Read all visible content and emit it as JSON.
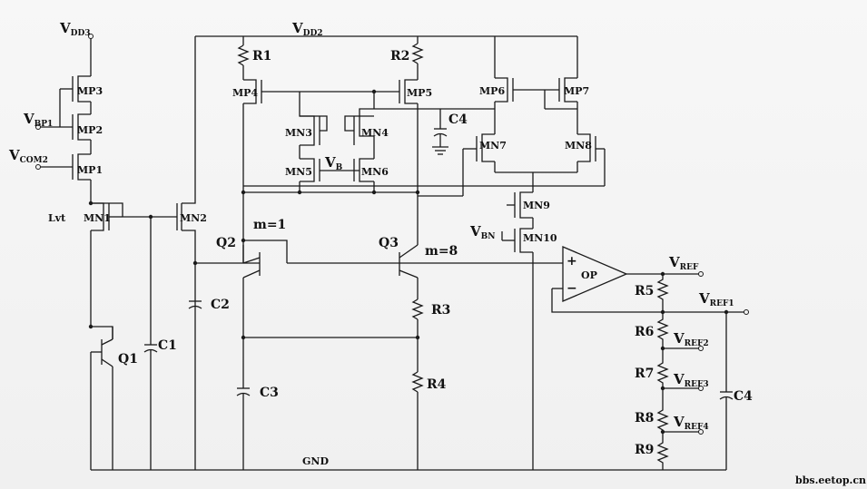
{
  "rails": {
    "vdd3": {
      "main": "V",
      "sub": "DD3"
    },
    "vdd2": {
      "main": "V",
      "sub": "DD2"
    },
    "gnd": "GND"
  },
  "inputs": {
    "vbp1": {
      "main": "V",
      "sub": "BP1"
    },
    "vcom2": {
      "main": "V",
      "sub": "COM2"
    },
    "vb": {
      "main": "V",
      "sub": "B"
    },
    "vbn": {
      "main": "V",
      "sub": "BN"
    }
  },
  "outputs": {
    "vref": {
      "main": "V",
      "sub": "REF"
    },
    "vref1": {
      "main": "V",
      "sub": "REF1"
    },
    "vref2": {
      "main": "V",
      "sub": "REF2"
    },
    "vref3": {
      "main": "V",
      "sub": "REF3"
    },
    "vref4": {
      "main": "V",
      "sub": "REF4"
    }
  },
  "transistors": {
    "mp1": "MP1",
    "mp2": "MP2",
    "mp3": "MP3",
    "mp4": "MP4",
    "mp5": "MP5",
    "mp6": "MP6",
    "mp7": "MP7",
    "mn1": "MN1",
    "mn2": "MN2",
    "mn3": "MN3",
    "mn4": "MN4",
    "mn5": "MN5",
    "mn6": "MN6",
    "mn7": "MN7",
    "mn8": "MN8",
    "mn9": "MN9",
    "mn10": "MN10",
    "q1": "Q1",
    "q2": "Q2",
    "q3": "Q3"
  },
  "passives": {
    "r1": "R1",
    "r2": "R2",
    "r3": "R3",
    "r4": "R4",
    "r5": "R5",
    "r6": "R6",
    "r7": "R7",
    "r8": "R8",
    "r9": "R9",
    "c1": "C1",
    "c2": "C2",
    "c3": "C3",
    "c4_top": "C4",
    "c4_right": "C4"
  },
  "annotations": {
    "lvt": "Lvt",
    "m1": "m=1",
    "m8": "m=8",
    "op": "OP",
    "plus": "+",
    "minus": "−",
    "watermark": "bbs.eetop.cn"
  }
}
